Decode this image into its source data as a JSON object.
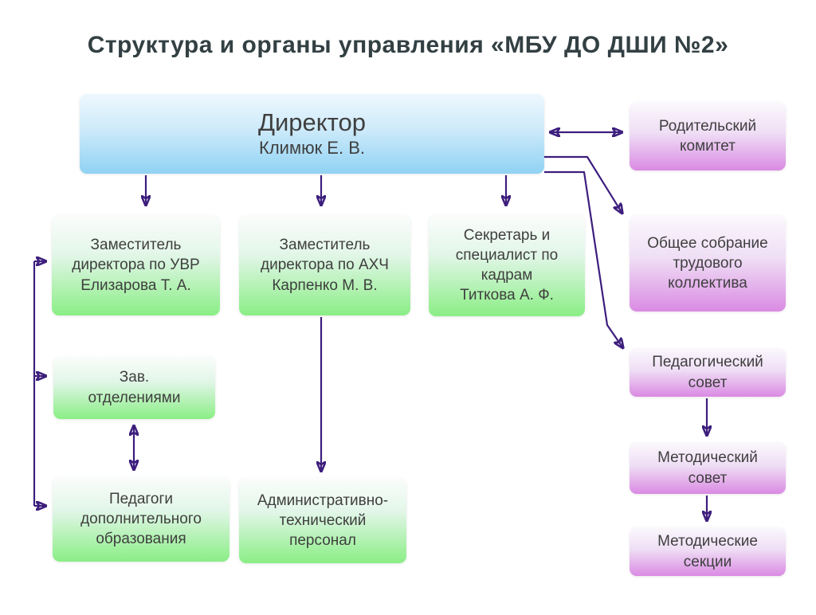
{
  "title": "Структура и органы управления «МБУ ДО ДШИ №2»",
  "colors": {
    "arrow": "#3d1e7d",
    "text": "#3f3f3f",
    "title_text": "#334043",
    "box_blue_top": "#eef8fe",
    "box_blue_bottom": "#90d2f3",
    "box_green_top": "#fbfdfc",
    "box_green_bottom": "#8aee85",
    "box_pink_top": "#fbf9fd",
    "box_pink_bottom": "#da8ae3"
  },
  "nodes": {
    "director": {
      "title": "Директор",
      "name": "Климюк Е. В."
    },
    "parent_committee": {
      "label": "Родительский\nкомитет"
    },
    "deputy_uvr": {
      "label": "Заместитель\nдиректора по УВР\nЕлизарова Т. А."
    },
    "deputy_ahch": {
      "label": "Заместитель\nдиректора по АХЧ\nКарпенко М. В."
    },
    "secretary": {
      "label": "Секретарь и\nспециалист по\nкадрам\nТиткова А. Ф."
    },
    "general_assembly": {
      "label": "Общее собрание\nтрудового\nколлектива"
    },
    "pedagogical_council": {
      "label": "Педагогический\nсовет"
    },
    "methodical_council": {
      "label": "Методический\nсовет"
    },
    "methodical_sections": {
      "label": "Методические\nсекции"
    },
    "department_heads": {
      "label": "Зав.\nотделениями"
    },
    "additional_education_teachers": {
      "label": "Педагоги\nдополнительного\nобразования"
    },
    "admin_technical_staff": {
      "label": "Административно-\nтехнический\nперсонал"
    }
  }
}
